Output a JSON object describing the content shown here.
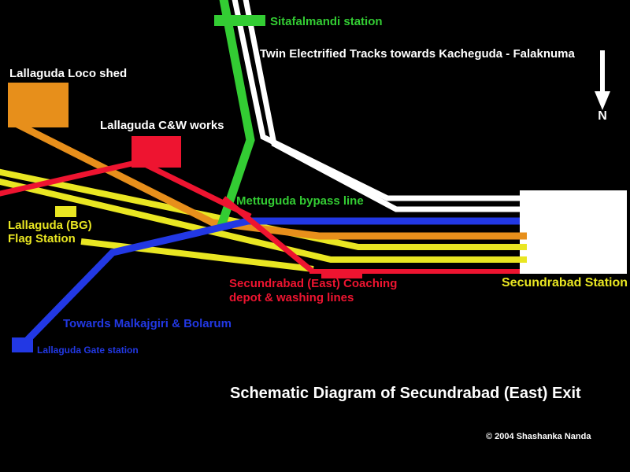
{
  "diagram": {
    "title": "Schematic Diagram of Secundrabad (East) Exit",
    "copyright": "© 2004 Shashanka Nanda",
    "compass_label": "N"
  },
  "stations": {
    "sitafalmandi": "Sitafalmandi station",
    "secundrabad": "Secundrabad Station",
    "lallaguda_flag_line1": "Lallaguda (BG)",
    "lallaguda_flag_line2": "Flag Station",
    "lallaguda_gate": "Lallaguda Gate station"
  },
  "facilities": {
    "loco_shed": "Lallaguda Loco shed",
    "cw_works": "Lallaguda C&W works",
    "coaching_depot_line1": "Secundrabad (East) Coaching",
    "coaching_depot_line2": "depot & washing lines"
  },
  "lines": {
    "twin_tracks": "Twin Electrified Tracks towards Kacheguda - Falaknuma",
    "mettuguda_bypass": "Mettuguda bypass line",
    "malkajgiri": "Towards Malkajgiri & Bolarum"
  },
  "colors": {
    "background": "#000000",
    "electrified_track_white": "#FFFFFF",
    "bypass_green": "#33CC33",
    "yard_yellow": "#E9E622",
    "loco_shed_orange": "#E78F1B",
    "coaching_red": "#EE1430",
    "suburban_blue": "#2238E4"
  }
}
